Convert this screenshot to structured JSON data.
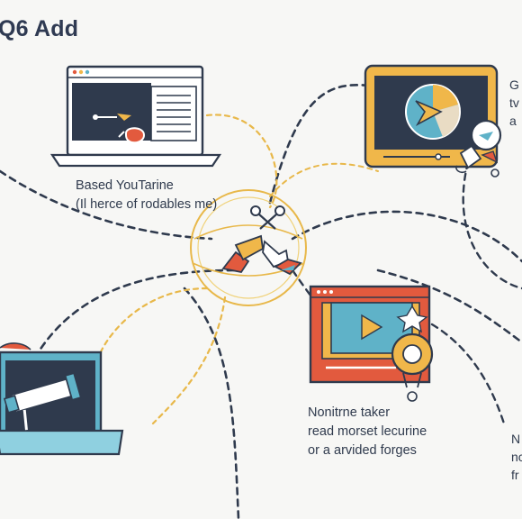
{
  "title": "Q6 Add",
  "captions": {
    "laptop_left": [
      "Based YouTarine",
      "(Il herce of rodables me)"
    ],
    "center_bottom": [
      "Nonitrne taker",
      "read morset lecurine",
      "or a arvided forges"
    ],
    "right_top_clipped": [
      "G",
      "tv",
      "a"
    ],
    "right_bottom_clipped": [
      "N",
      "nc",
      "fr"
    ]
  },
  "icons": {
    "hub": "scissors-handshake-icon",
    "monitor_top_right": "play-pie-monitor-icon",
    "laptop_top_left": "video-editor-laptop-icon",
    "window_center": "video-player-window-icon",
    "laptop_bottom_left": "telescope-laptop-icon"
  },
  "colors": {
    "navy": "#2f3a4d",
    "orange": "#f0b74a",
    "red": "#e25a3e",
    "teal": "#5fb2c8",
    "dash_gold": "#e8b84a",
    "background": "#f7f7f5"
  }
}
